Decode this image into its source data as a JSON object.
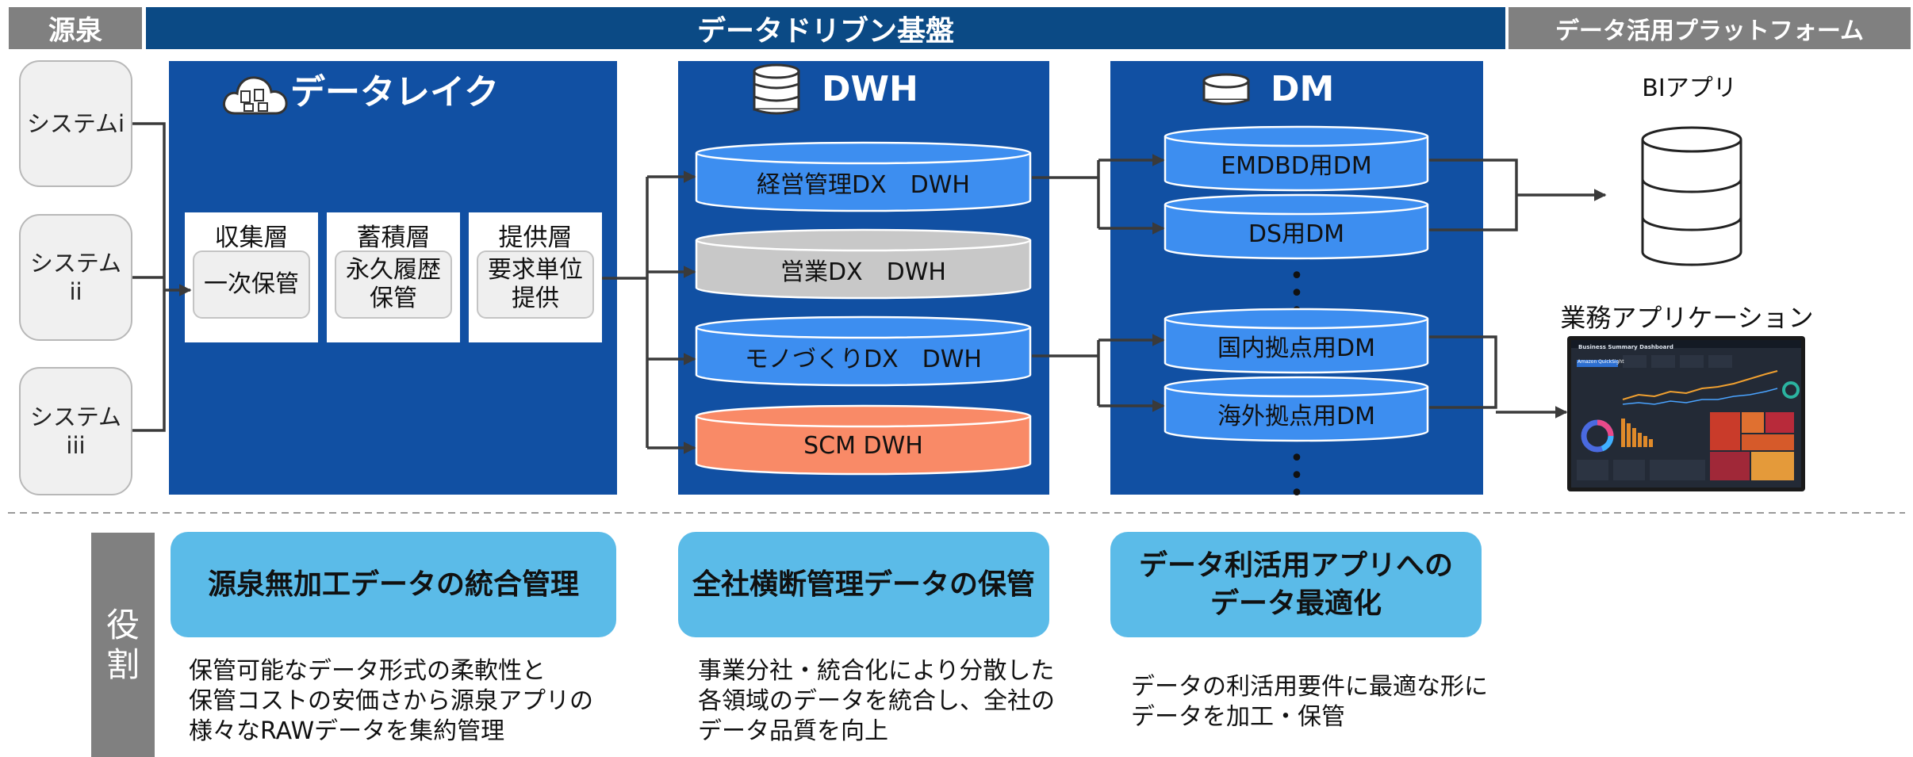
{
  "header": {
    "source": "源泉",
    "platform": "データドリブン基盤",
    "app_platform": "データ活用プラットフォーム"
  },
  "sources": [
    {
      "line1": "システムi",
      "line2": ""
    },
    {
      "line1": "システム",
      "line2": "ii"
    },
    {
      "line1": "システム",
      "line2": "iii"
    }
  ],
  "datalake": {
    "title": "データレイク",
    "layers": [
      {
        "title": "収集層",
        "line1": "一次保管",
        "line2": ""
      },
      {
        "title": "蓄積層",
        "line1": "永久履歴",
        "line2": "保管"
      },
      {
        "title": "提供層",
        "line1": "要求単位",
        "line2": "提供"
      }
    ]
  },
  "dwh": {
    "title": "DWH",
    "items": [
      {
        "label": "経営管理DX　DWH",
        "color": "#3d8ef0"
      },
      {
        "label": "営業DX　DWH",
        "color": "#c8c8c8"
      },
      {
        "label": "モノづくりDX　DWH",
        "color": "#3d8ef0"
      },
      {
        "label": "SCM DWH",
        "color": "#f98a67"
      }
    ]
  },
  "dm": {
    "title": "DM",
    "items": [
      {
        "label": "EMDBD用DM",
        "color": "#3d8ef0"
      },
      {
        "label": "DS用DM",
        "color": "#3d8ef0"
      },
      {
        "label": "国内拠点用DM",
        "color": "#3d8ef0"
      },
      {
        "label": "海外拠点用DM",
        "color": "#3d8ef0"
      }
    ]
  },
  "apps": {
    "bi": "BIアプリ",
    "business": "業務アプリケーション",
    "dashboard_title": "Business Summary Dashboard",
    "dashboard_brand": "Amazon QuickSight"
  },
  "roles": {
    "label_line1": "役",
    "label_line2": "割",
    "items": [
      {
        "title_line1": "源泉無加工データの統合管理",
        "title_line2": "",
        "desc": [
          "保管可能なデータ形式の柔軟性と",
          "保管コストの安価さから源泉アプリの",
          "様々なRAWデータを集約管理"
        ]
      },
      {
        "title_line1": "全社横断管理データの保管",
        "title_line2": "",
        "desc": [
          "事業分社・統合化により分散した",
          "各領域のデータを統合し、全社の",
          "データ品質を向上"
        ]
      },
      {
        "title_line1": "データ利活用アプリへの",
        "title_line2": "データ最適化",
        "desc": [
          "データの利活用要件に最適な形に",
          "データを加工・保管"
        ]
      }
    ]
  },
  "colors": {
    "panel": "#1150a3",
    "header_main": "#0b4a85",
    "header_gray": "#808080",
    "role": "#5bbbe8"
  },
  "icons": [
    "cloud-icon",
    "database-icon",
    "disk-icon",
    "database-outline-icon",
    "dashboard-screenshot"
  ]
}
